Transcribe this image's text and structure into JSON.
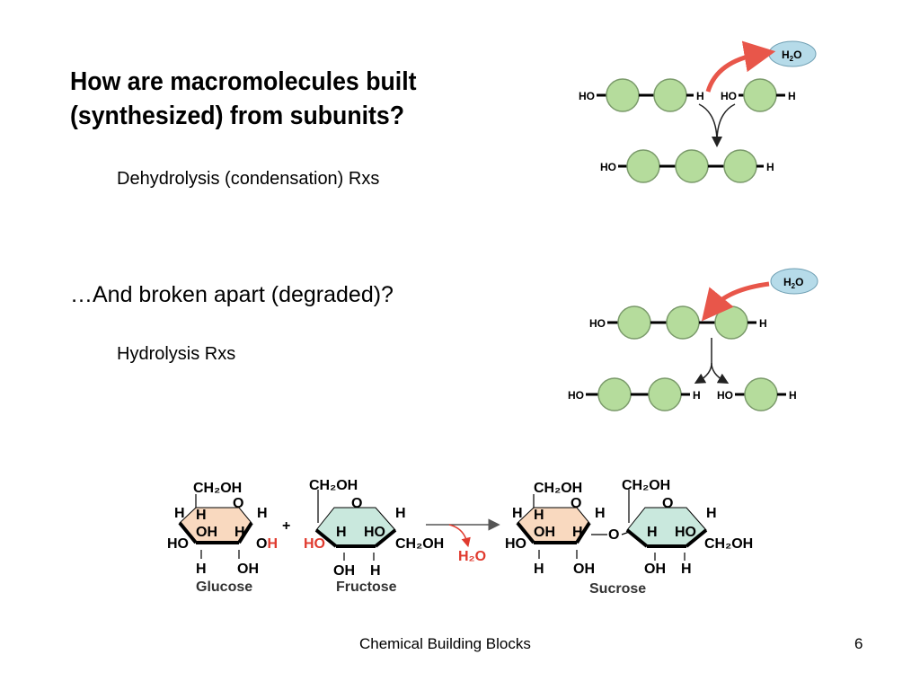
{
  "slide": {
    "title_line1": "How are macromolecules built",
    "title_line2": "(synthesized) from subunits?",
    "dehydrolysis": "Dehydrolysis (condensation) Rxs",
    "degraded": "…And broken apart (degraded)?",
    "hydrolysis": "Hydrolysis Rxs",
    "footer": "Chemical Building Blocks",
    "page_number": "6"
  },
  "diagram": {
    "ho": "HO",
    "h": "H",
    "water_h": "H",
    "water_sub": "2",
    "water_o": "O"
  },
  "sugar": {
    "ch2oh": "CH₂OH",
    "o": "O",
    "h": "H",
    "oh": "OH",
    "ho": "HO",
    "plus": "+",
    "water": "H₂O",
    "glucose": "Glucose",
    "fructose": "Fructose",
    "sucrose": "Sucrose"
  },
  "colors": {
    "subunit_fill": "#b5dc9c",
    "subunit_stroke": "#7a9a6a",
    "water_fill": "#b6dbe9",
    "arrow_red": "#e8564a",
    "glucose_fill": "#f9d9bf",
    "fructose_fill": "#c9e8dd",
    "red_text": "#e03a2e"
  }
}
